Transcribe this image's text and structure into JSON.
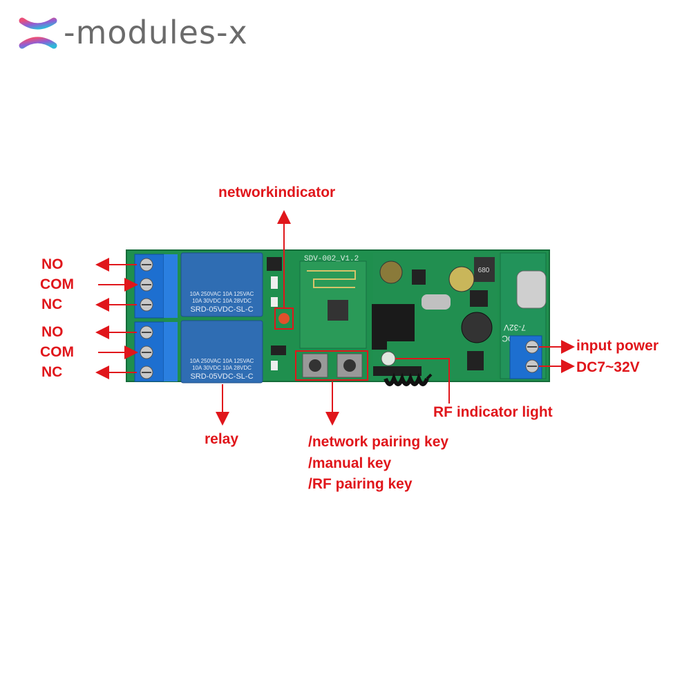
{
  "brand": {
    "name": "-modules-x",
    "logo": "x-logo-icon"
  },
  "labels": {
    "network_indicator": "networkindicator",
    "relay": "relay",
    "keys": [
      "/network pairing key",
      "/manual key",
      "/RF pairing key"
    ],
    "rf_indicator": "RF indicator light",
    "input_power": "input power",
    "voltage": "DC7~32V",
    "relay1": [
      "NO",
      "COM",
      "NC"
    ],
    "relay2": [
      "NO",
      "COM",
      "NC"
    ]
  },
  "board": {
    "module_label": "SDV-002_V1.2",
    "relay_text_1": "10A 250VAC 10A 125VAC",
    "relay_text_2": "10A 30VDC 10A 28VDC",
    "relay_model": "SRD-05VDC-SL-C",
    "power_label_1": "7-32V",
    "power_label_2": "AC/DC",
    "inductor": "680"
  },
  "colors": {
    "label": "#e0161b",
    "pcb": "#1f8f4e",
    "relay": "#2f6db3",
    "terminal": "#1d6fd0"
  }
}
